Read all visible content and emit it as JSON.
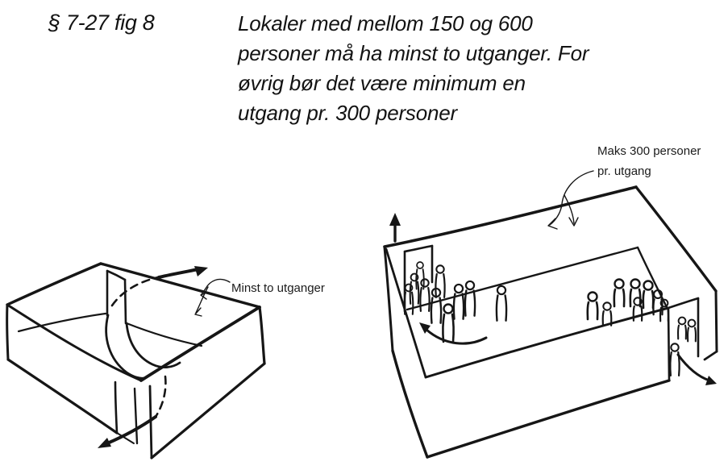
{
  "page": {
    "background": "#ffffff",
    "ink": "#161616"
  },
  "header": {
    "figure_ref": "§ 7-27 fig 8",
    "caption_lines": [
      "Lokaler med mellom 150 og 600",
      "personer må ha minst to utganger. For",
      "øvrig bør det være minimum en",
      "utgang pr. 300 personer"
    ]
  },
  "left_figure": {
    "label": "Minst to utganger",
    "exits": 2,
    "description": "Hand-drawn open-top room with an S-shaped escape route; bold arrows exit through a rear door (upper right) and a front door (lower left)."
  },
  "right_figure": {
    "label_lines": [
      "Maks 300 personer",
      "pr. utgang"
    ],
    "description": "Hand-drawn open-top hall with crowds moving to two exit doors; an up arrow marks the left exit and a curved arrow leads out of the right exit.",
    "people_counts": {
      "left_group": 10,
      "right_group": 8,
      "right_doorway": 3
    }
  }
}
